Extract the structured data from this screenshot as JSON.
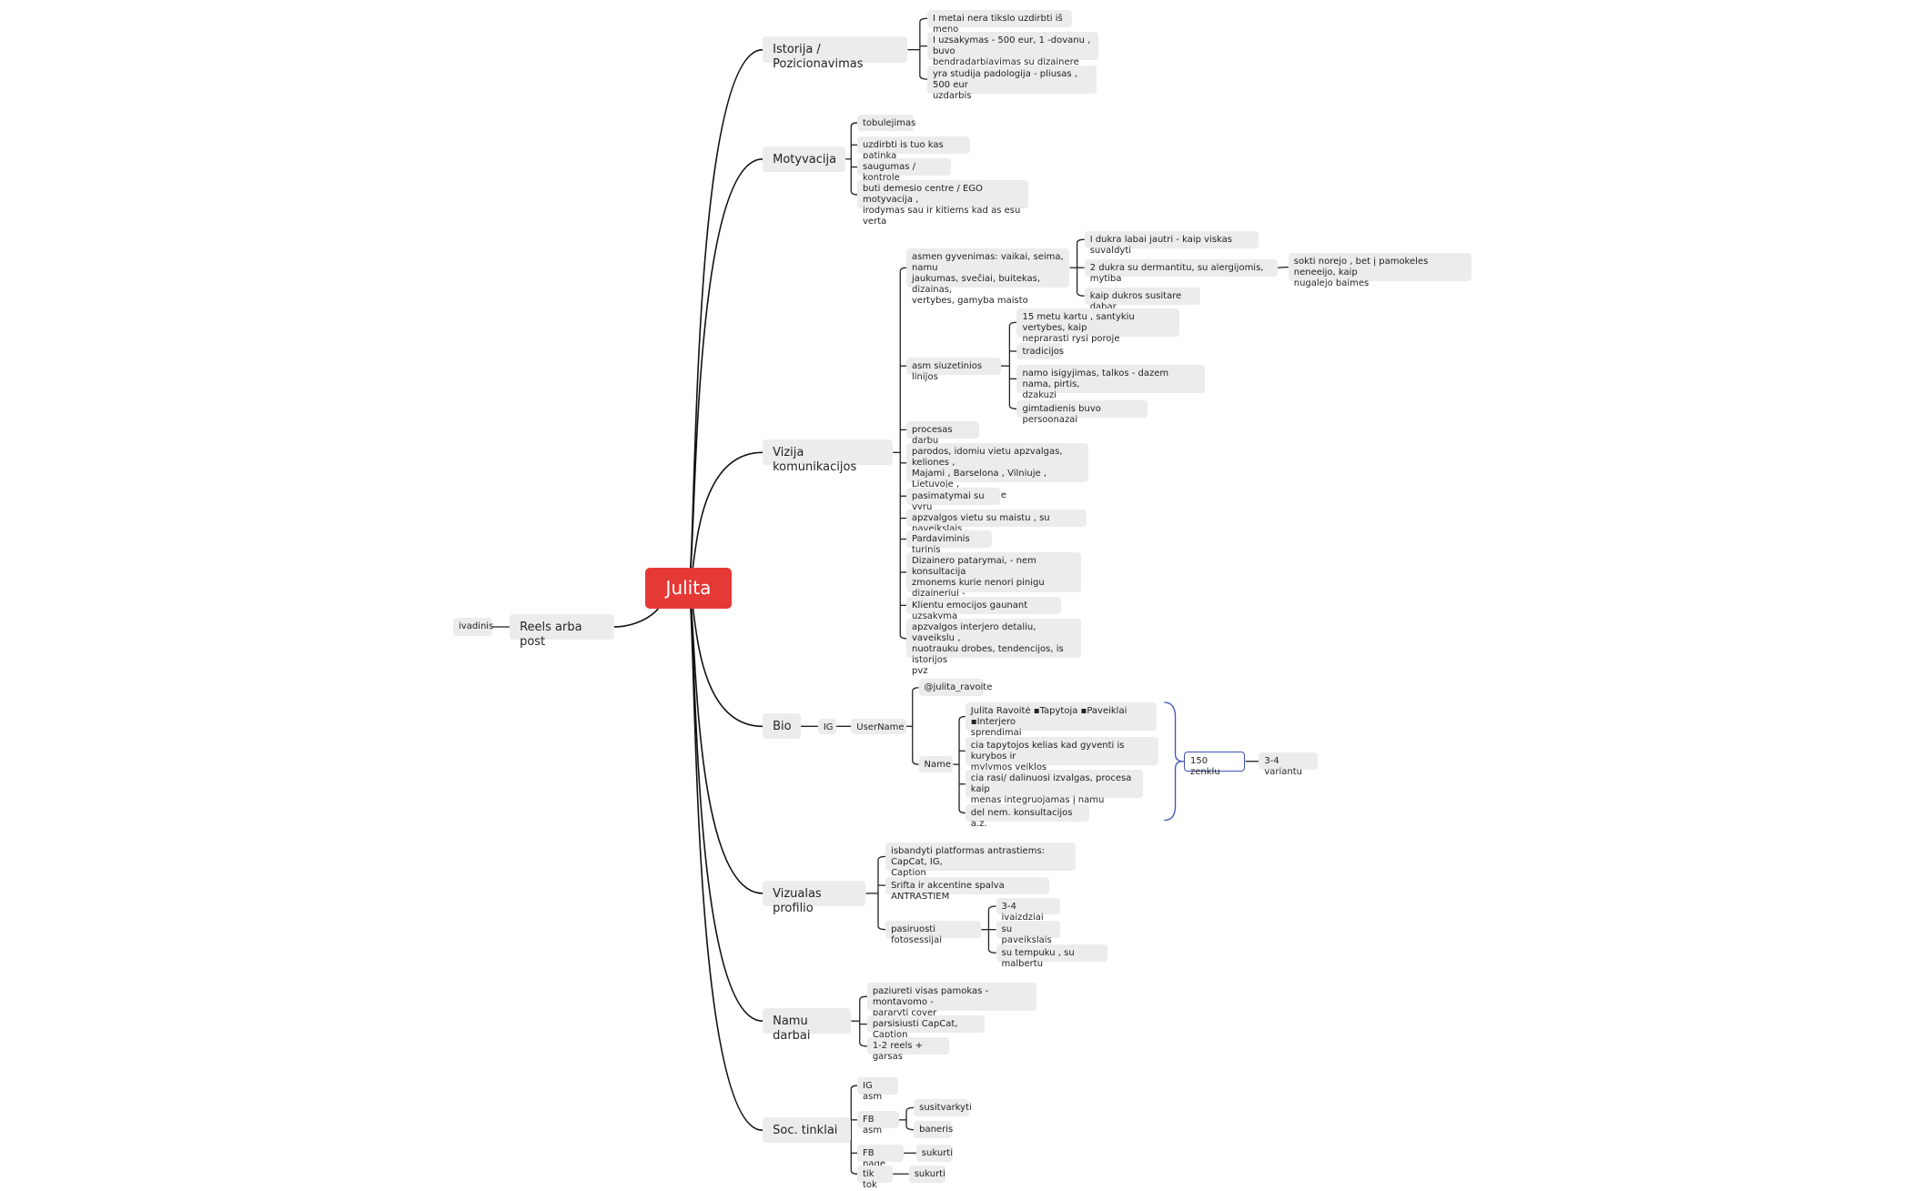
{
  "root": "Julita",
  "left": {
    "main": "Reels arba post",
    "sub": "ivadinis"
  },
  "branches": [
    {
      "label": "Istorija / Pozicionavimas",
      "items": [
        "I metai nera tikslo uzdirbti iš meno",
        "I uzsakymas - 500 eur, 1 -dovanu , buvo\nbendradarbiavimas su dizainere",
        "yra studija padologija - pliusas , 500 eur\nuzdarbis"
      ]
    },
    {
      "label": "Motyvacija",
      "items": [
        "tobulejimas",
        "uzdirbti is tuo kas patinka",
        "saugumas / kontrole",
        "buti demesio centre / EGO motyvacija ,\nirodymas sau ir kitiems kad as esu verta"
      ]
    },
    {
      "label": "Vizija komunikacijos",
      "items": [
        {
          "text": "asmen gyvenimas: vaikai, seima, namu\njaukumas, svečiai, buitekas, dizainas,\nvertybes, gamyba maisto",
          "children": [
            {
              "text": "I dukra labai jautri - kaip viskas suvaldyti"
            },
            {
              "text": "2 dukra su dermantitu, su alergijomis, mytiba",
              "children": [
                {
                  "text": "sokti norejo , bet į pamokeles neneeijo, kaip\nnugalejo baimes"
                }
              ]
            },
            {
              "text": "kaip dukros susitare dabar"
            }
          ]
        },
        {
          "text": "asm siuzetinios linijos",
          "children": [
            {
              "text": "15 metu kartu , santykiu vertybes, kaip\nneprarasti rysi poroje"
            },
            {
              "text": "tradicijos"
            },
            {
              "text": "namo isigyjimas, talkos - dazem nama, pirtis,\ndzakuzi"
            },
            {
              "text": "gimtadienis buvo persoonazai"
            }
          ]
        },
        "procesas darbu",
        "parodos, idomiu vietu apzvalgas, keliones ,\nMajami , Barselona , Vilniuje ,  Lietuvoje ,\nslapti barai Paryziuje",
        "pasimatymai su vyru",
        "apzvalgos vietu su maistu , su paveikslais ,",
        "Pardaviminis turinis",
        "Dizainero patarymai, - nem konsultacija\nzmonems kurie nenori pinigu dizaineriui -\nkad pasirinkti",
        "Klientu emocijos gaunant uzsakyma",
        "apzvalgos interjero detaliu, vaveikslu ,\nnuotrauku drobes, tendencijos, is istorijos\npvz"
      ]
    },
    {
      "label": "Bio",
      "ig": "IG",
      "username": "UserName",
      "handle": "@julita_ravoite",
      "name": "Name",
      "name_items": [
        "Julita Ravoitė ▪Tapytoja ▪Paveiklai ▪Interjero\nsprendimai",
        "  cia tapytojos kelias kad gyventi is kurybos ir\nmylymos veiklos",
        "  cia rasi/ dalinuosi izvalgas, procesa kaip\nmenas integruojamas į namu interjera",
        "  del nem. konsultacijos a.z."
      ],
      "summary": "150 zenklu",
      "variants": "3-4 variantu"
    },
    {
      "label": "Vizualas profilio",
      "items": [
        {
          "text": "isbandyti platformas antrastiems: CapCat, IG,\nCaption"
        },
        {
          "text": "Srifta ir akcentine spalva ANTRASTIEM"
        },
        {
          "text": "pasiruosti fotosessijai",
          "children": [
            {
              "text": "3-4 ivaizdziai"
            },
            {
              "text": "su paveikslais"
            },
            {
              "text": "su tempuku , su malbertu"
            }
          ]
        }
      ]
    },
    {
      "label": "Namu darbai",
      "items": [
        "paziureti visas pamokas - montavomo -\npararyti cover",
        "parsisiusti CapCat, Caption",
        "1-2 reels + garsas"
      ]
    },
    {
      "label": "Soc. tinklai",
      "items": [
        {
          "text": "IG asm"
        },
        {
          "text": "FB asm",
          "children": [
            {
              "text": "susitvarkyti"
            },
            {
              "text": "baneris"
            }
          ]
        },
        {
          "text": "FB page",
          "children": [
            {
              "text": "sukurti"
            }
          ]
        },
        {
          "text": "tik tok",
          "children": [
            {
              "text": "sukurti"
            }
          ]
        }
      ]
    }
  ]
}
